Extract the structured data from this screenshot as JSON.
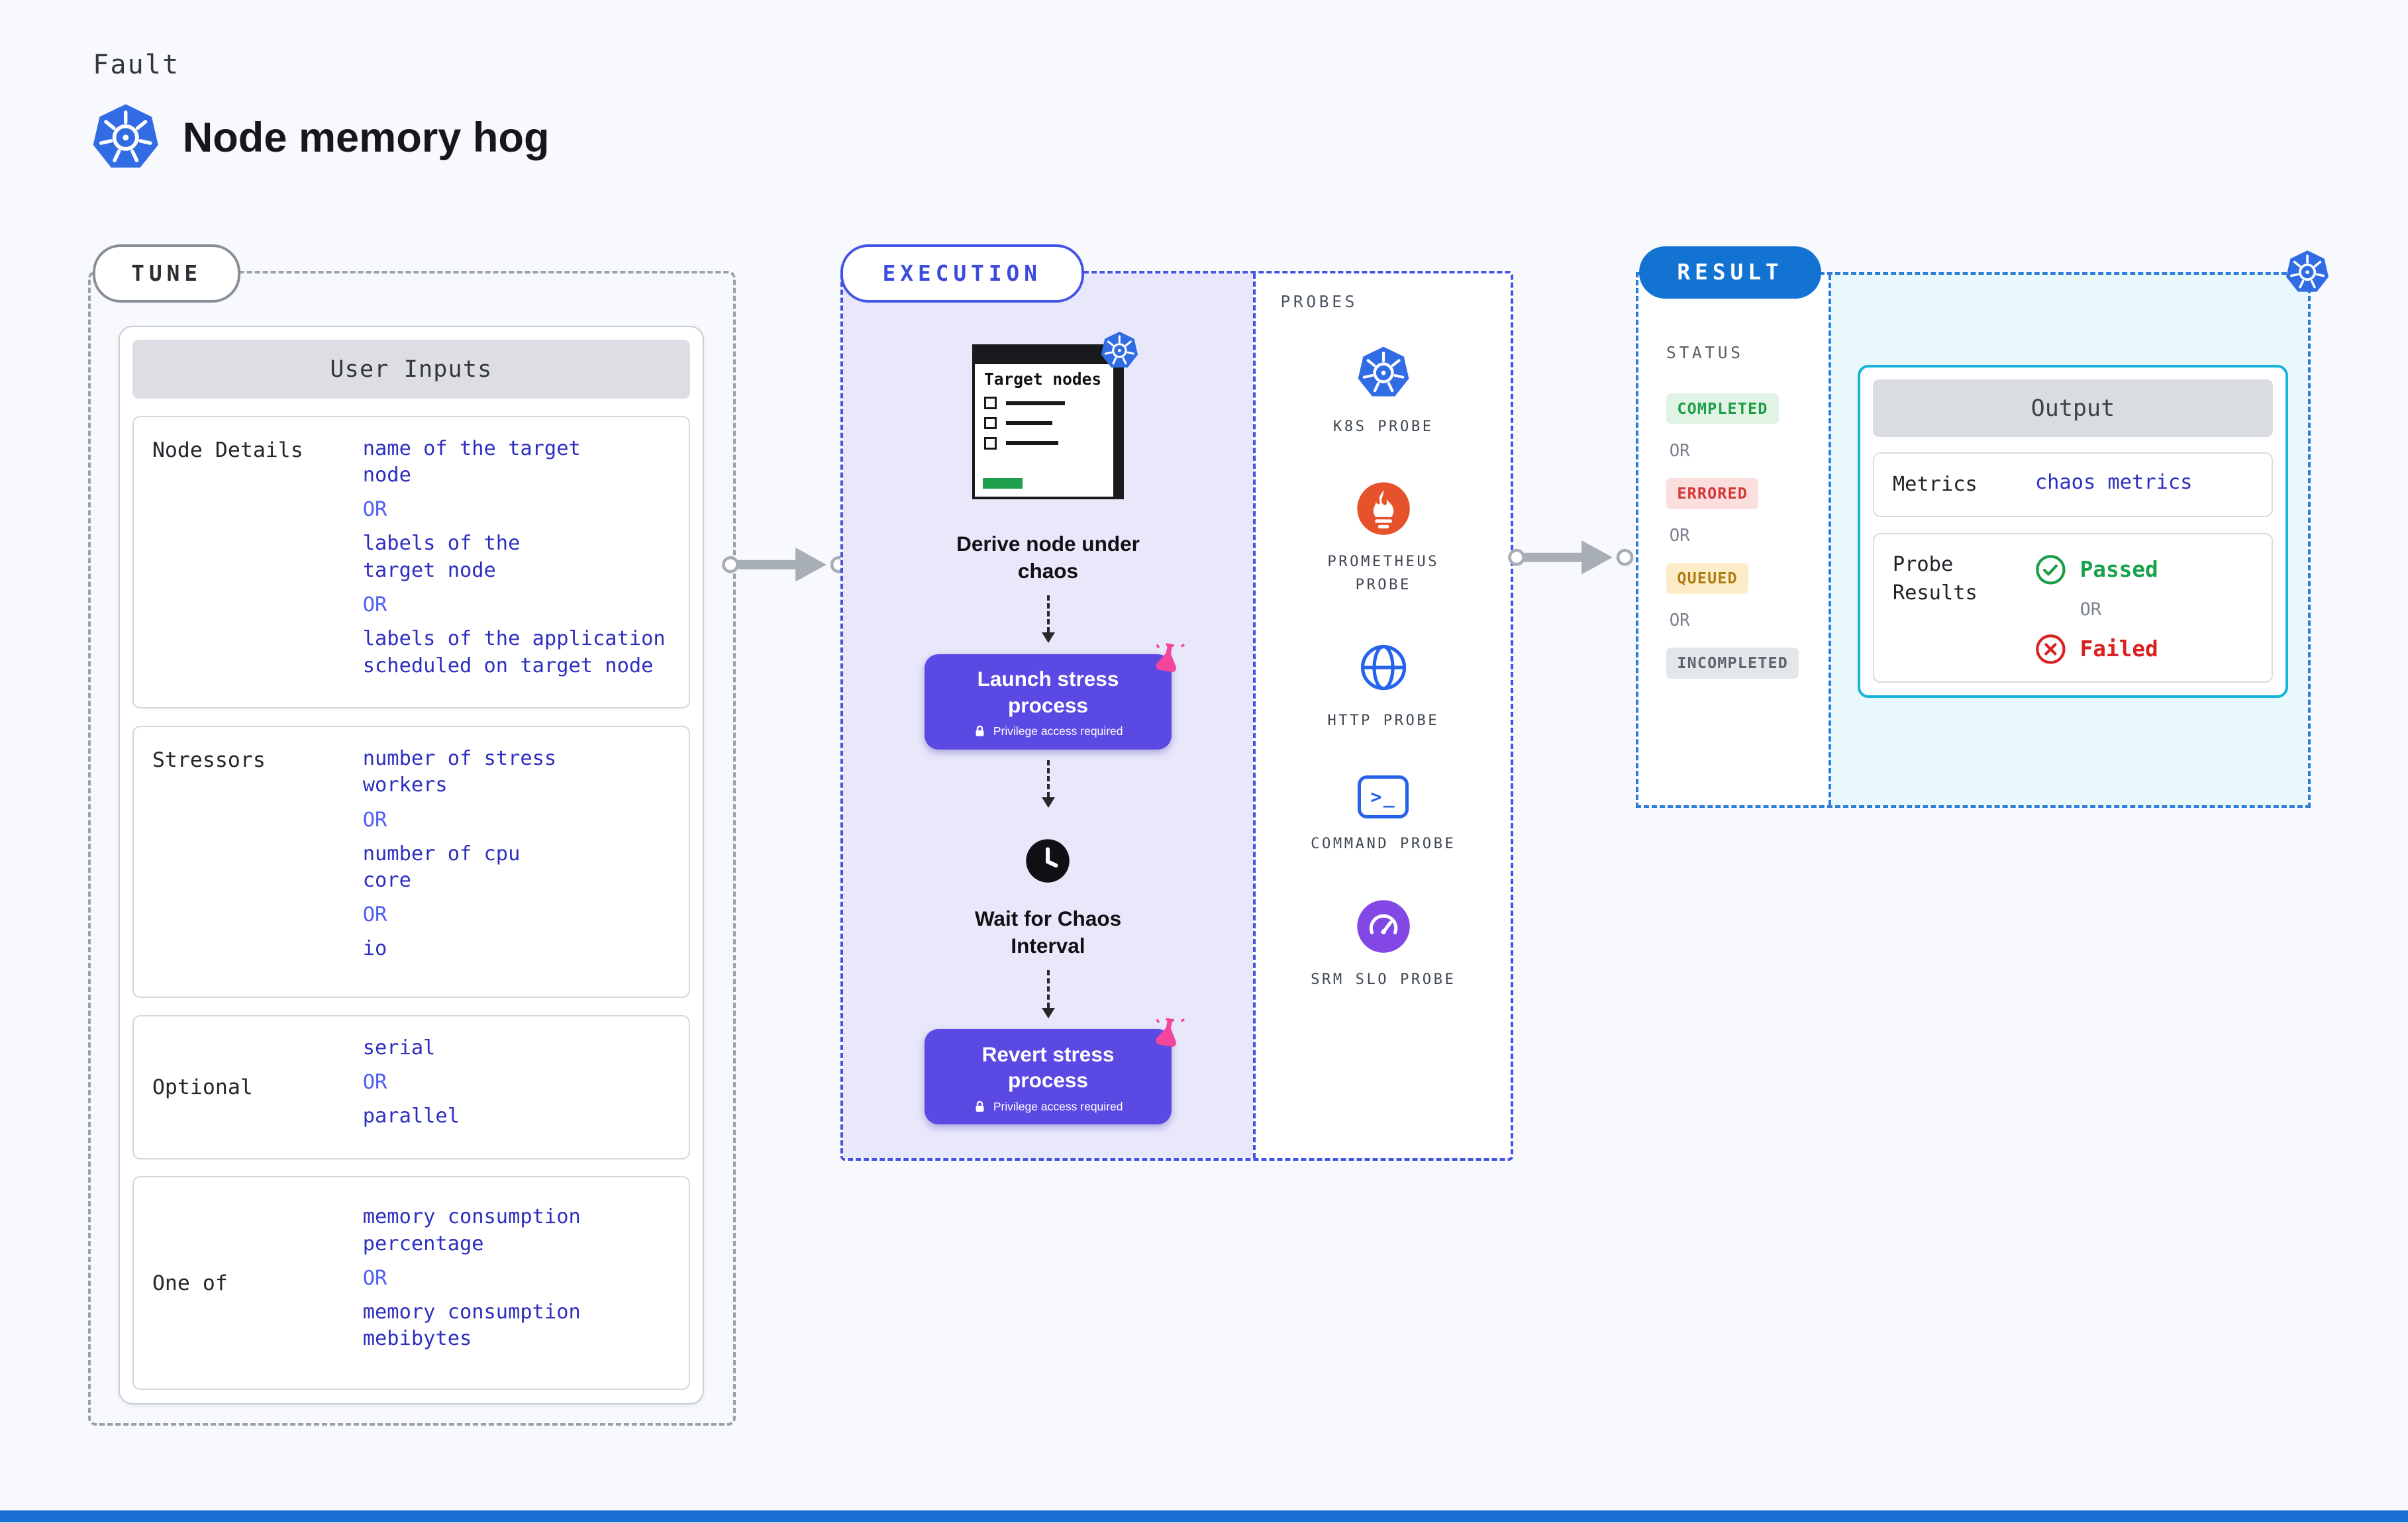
{
  "colors": {
    "brand_blue": "#326ce5",
    "accent_indigo": "#5b49e4",
    "accent_cyan": "#16b4d8",
    "result_blue": "#1273d2",
    "value_blue": "#2d2fbe",
    "success_green": "#1d9e45",
    "error_red": "#d53535",
    "warning_amber": "#b07c12"
  },
  "page": {
    "kicker": "Fault",
    "title": "Node memory hog"
  },
  "tune": {
    "label": "TUNE",
    "or": "OR",
    "card_title": "User Inputs",
    "rows": [
      {
        "label": "Node Details",
        "values": [
          "name of the target\nnode",
          "labels of the\ntarget node",
          "labels of the application\n scheduled on target node"
        ]
      },
      {
        "label": "Stressors",
        "values": [
          "number of stress\nworkers",
          "number of cpu\ncore",
          "io"
        ]
      },
      {
        "label": "Optional",
        "values": [
          "serial",
          "parallel"
        ]
      },
      {
        "label": "One of",
        "values": [
          "memory consumption\npercentage",
          "memory consumption\nmebibytes"
        ]
      }
    ]
  },
  "execution": {
    "label": "EXECUTION",
    "window_title": "Target nodes",
    "derive_caption": "Derive node under chaos",
    "launch_button": "Launch stress process",
    "revert_button": "Revert stress process",
    "privilege_note": "Privilege access required",
    "wait_caption": "Wait for Chaos Interval",
    "probes_heading": "PROBES",
    "terminal_glyph": ">_",
    "probes": [
      {
        "label": "K8S PROBE"
      },
      {
        "label": "PROMETHEUS PROBE"
      },
      {
        "label": "HTTP PROBE"
      },
      {
        "label": "COMMAND PROBE"
      },
      {
        "label": "SRM SLO PROBE"
      }
    ]
  },
  "result": {
    "label": "RESULT",
    "status_heading": "STATUS",
    "or": "OR",
    "statuses": [
      {
        "label": "COMPLETED"
      },
      {
        "label": "ERRORED"
      },
      {
        "label": "QUEUED"
      },
      {
        "label": "INCOMPLETED"
      }
    ],
    "output": {
      "title": "Output",
      "metrics_label": "Metrics",
      "metrics_value": "chaos metrics",
      "probe_results_label": "Probe Results",
      "passed": "Passed",
      "or": "OR",
      "failed": "Failed"
    }
  }
}
